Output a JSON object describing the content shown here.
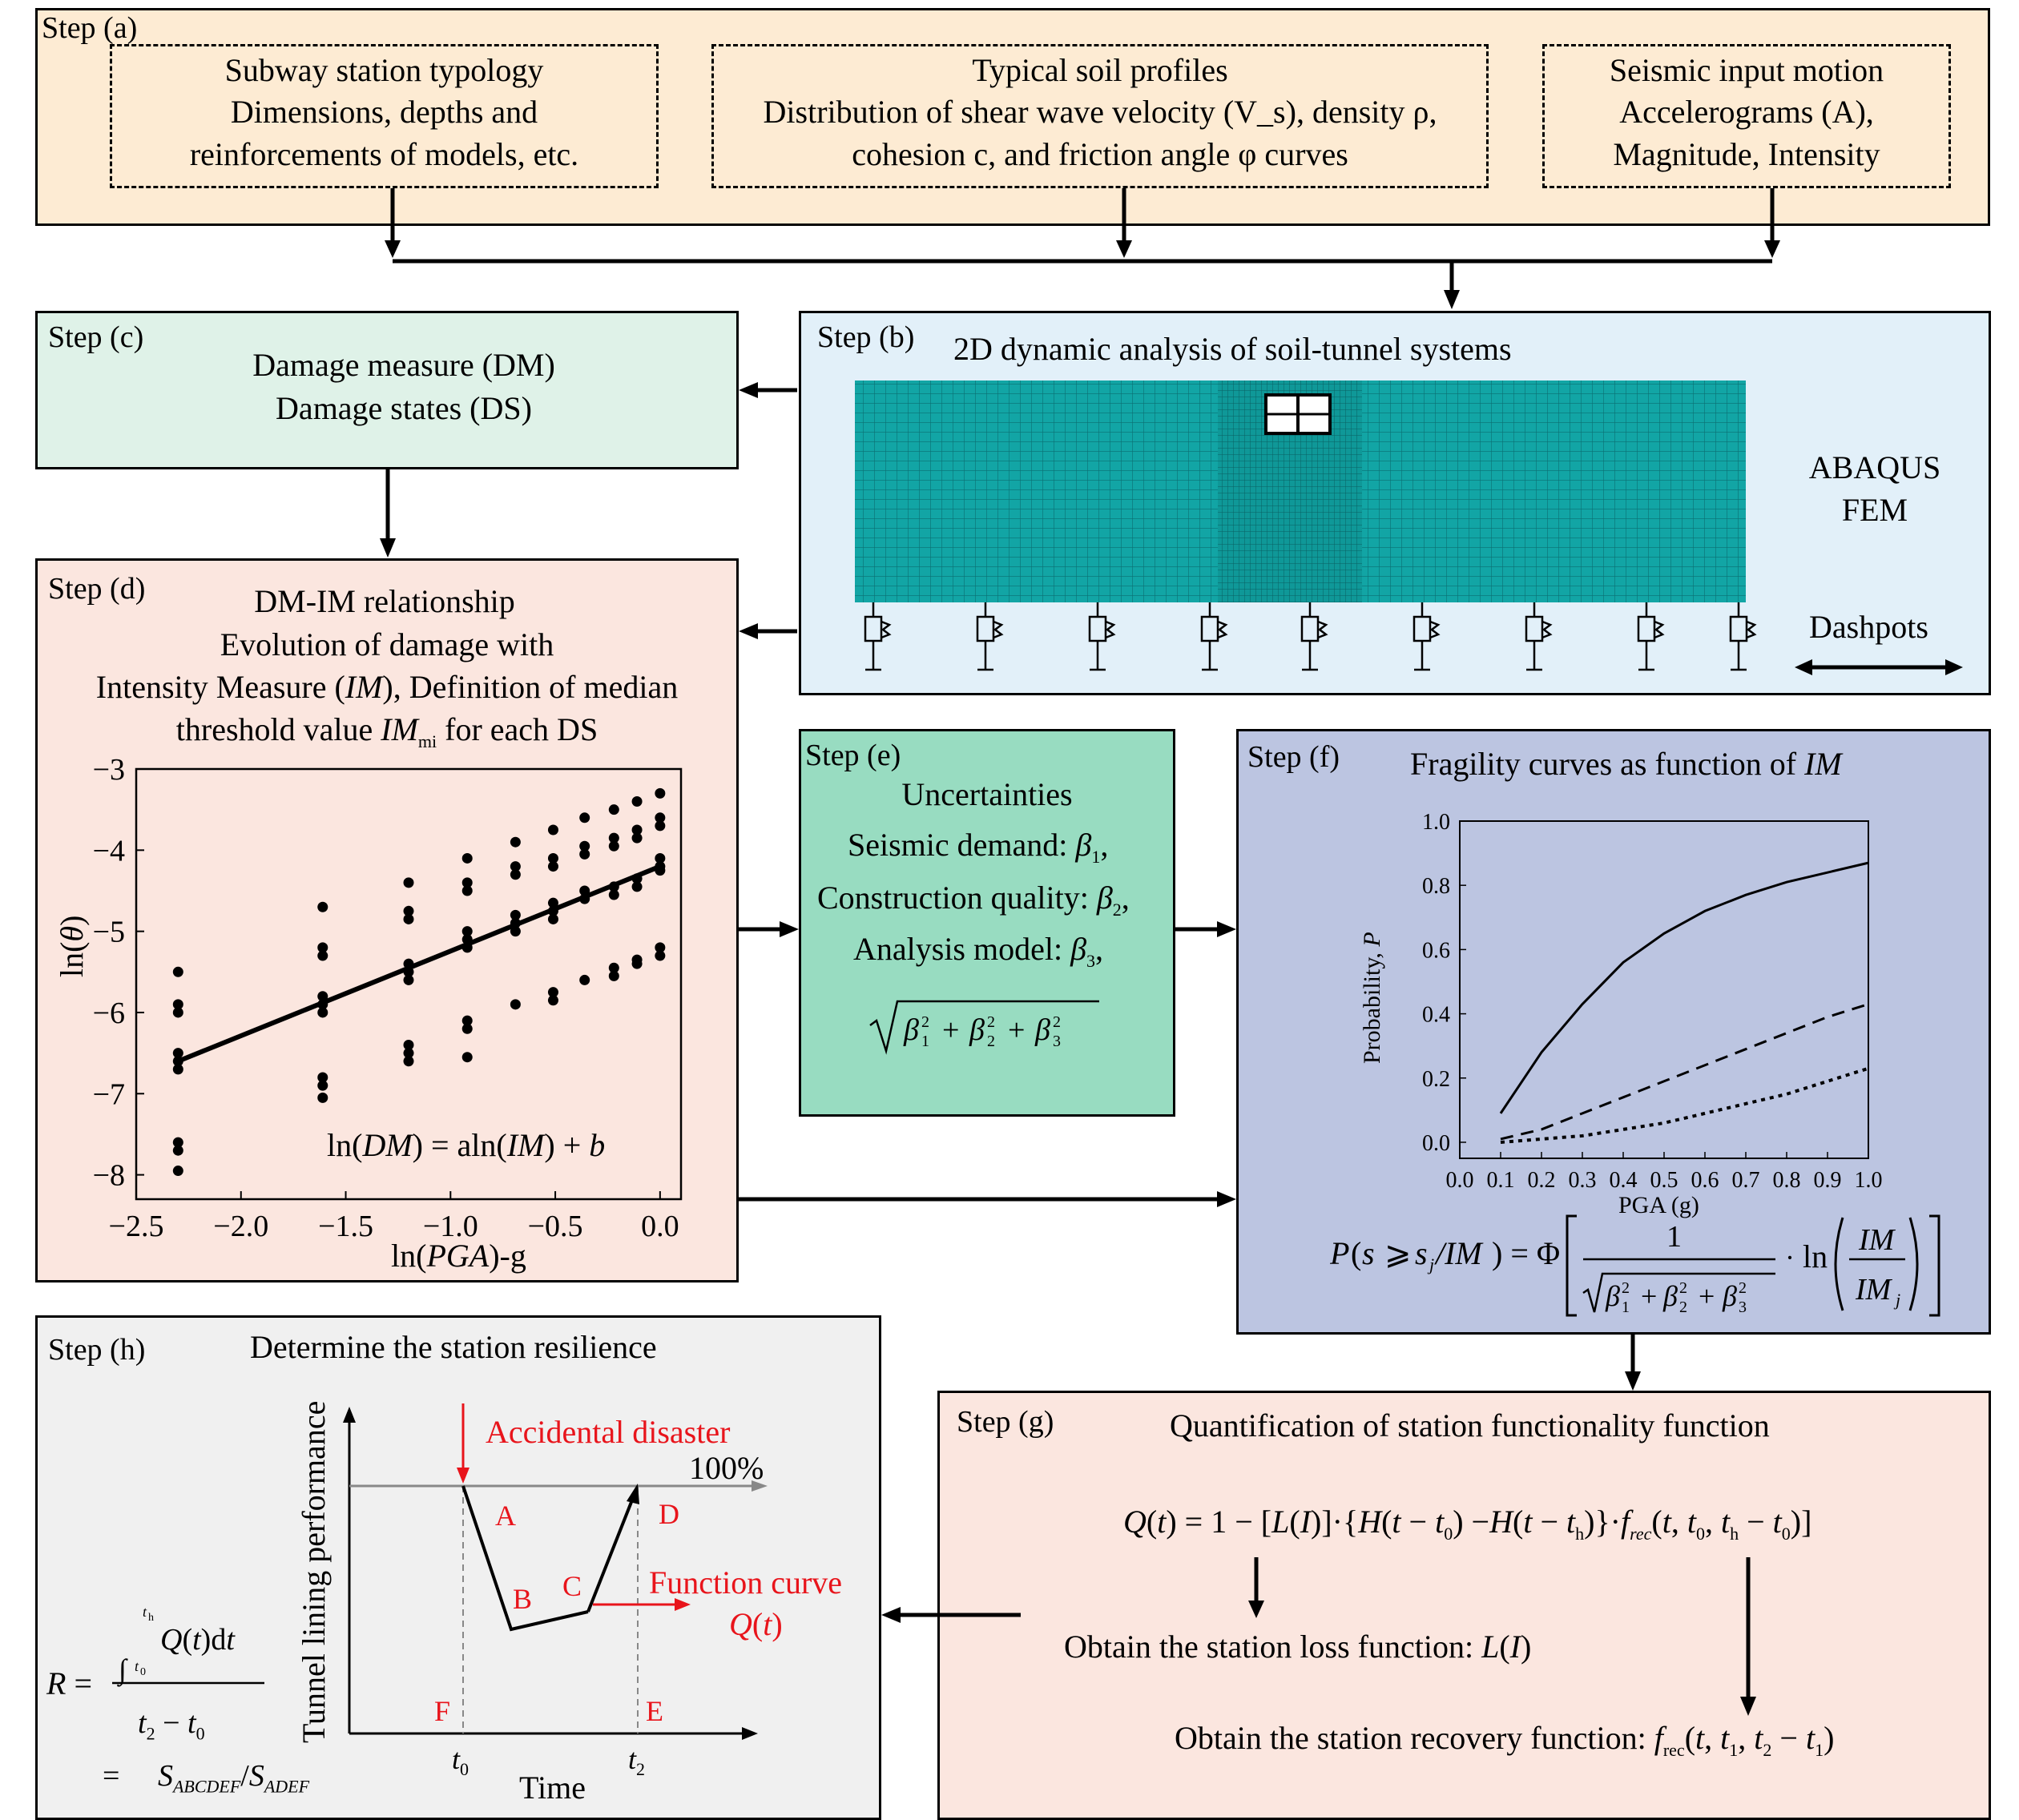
{
  "step_a": {
    "label": "Step (a)",
    "box1": [
      "Subway station typology",
      "Dimensions, depths and",
      "reinforcements of models, etc."
    ],
    "box2_line1": "Typical soil profiles",
    "box2_line2": "Distribution of shear wave velocity (V_s), density ρ,",
    "box2_line3": "cohesion c, and friction angle φ curves",
    "box3": [
      "Seismic input motion",
      "Accelerograms (A),",
      "Magnitude, Intensity"
    ]
  },
  "step_b": {
    "label": "Step (b)",
    "title": "2D dynamic analysis of soil-tunnel systems",
    "software": [
      "ABAQUS",
      "FEM"
    ],
    "dashpots": "Dashpots"
  },
  "step_c": {
    "label": "Step (c)",
    "lines": [
      "Damage measure (DM)",
      "Damage states (DS)"
    ]
  },
  "step_d": {
    "label": "Step (d)",
    "lines": [
      "DM-IM relationship",
      "Evolution of damage with",
      "Intensity Measure (IM), Definition of median",
      "threshold value IM_mi for each DS"
    ],
    "equation": "ln(DM) = aln(IM) + b"
  },
  "step_e": {
    "label": "Step (e)",
    "title": "Uncertainties",
    "lines": [
      "Seismic demand: β1,",
      "Construction quality: β2,",
      "Analysis model: β3,"
    ],
    "formula": "√(β1² + β2² + β3²)"
  },
  "step_f": {
    "label": "Step (f)",
    "title": "Fragility curves as function of IM",
    "formula": "P(s ⩾ sj/IM) = Φ[1/√(β1²+β2²+β3²) · ln(IM/IMj)]"
  },
  "step_g": {
    "label": "Step (g)",
    "title": "Quantification of station functionality function",
    "equation": "Q(t) = 1 − [L(I)]·{H(t − t0) −H(t − th)}·frec(t, t0, th − t0)]",
    "loss": "Obtain the station loss function: L(I)",
    "recovery": "Obtain the station recovery function: frec(t, t1, t2 − t1)"
  },
  "step_h": {
    "label": "Step (h)",
    "title": "Determine the station resilience",
    "disaster": "Accidental disaster",
    "pct": "100%",
    "function_curve": "Function curve",
    "q_t": "Q(t)",
    "ylabel": "Tunnel lining performance",
    "xlabel": "Time",
    "points": [
      "A",
      "B",
      "C",
      "D",
      "E",
      "F"
    ],
    "t0": "t0",
    "t2": "t2",
    "resilience": "R = ∫ Q(t)dt / (t2 − t0) = S_ABCDEF / S_ADEF"
  },
  "chart_data": [
    {
      "type": "scatter",
      "xlabel": "ln(PGA)-g",
      "ylabel": "ln(θ)",
      "xlim": [
        -2.5,
        0.1
      ],
      "ylim": [
        -8.3,
        -3
      ],
      "xticks": [
        "−2.5",
        "−2.0",
        "−1.5",
        "−1.0",
        "−0.5",
        "0.0"
      ],
      "yticks": [
        "−3",
        "−4",
        "−5",
        "−6",
        "−7",
        "−8"
      ],
      "fit_line": {
        "x": [
          -2.3,
          0.0
        ],
        "y": [
          -6.6,
          -4.2
        ]
      },
      "points": [
        [
          -2.3,
          -5.5
        ],
        [
          -2.3,
          -5.9
        ],
        [
          -2.3,
          -6.0
        ],
        [
          -2.3,
          -6.5
        ],
        [
          -2.3,
          -6.6
        ],
        [
          -2.3,
          -6.7
        ],
        [
          -2.3,
          -7.6
        ],
        [
          -2.3,
          -7.7
        ],
        [
          -2.3,
          -7.95
        ],
        [
          -1.61,
          -4.7
        ],
        [
          -1.61,
          -5.2
        ],
        [
          -1.61,
          -5.3
        ],
        [
          -1.61,
          -5.8
        ],
        [
          -1.61,
          -5.9
        ],
        [
          -1.61,
          -6.0
        ],
        [
          -1.61,
          -6.8
        ],
        [
          -1.61,
          -6.9
        ],
        [
          -1.61,
          -7.05
        ],
        [
          -1.2,
          -4.4
        ],
        [
          -1.2,
          -4.75
        ],
        [
          -1.2,
          -4.85
        ],
        [
          -1.2,
          -5.4
        ],
        [
          -1.2,
          -5.5
        ],
        [
          -1.2,
          -5.6
        ],
        [
          -1.2,
          -6.4
        ],
        [
          -1.2,
          -6.5
        ],
        [
          -1.2,
          -6.6
        ],
        [
          -0.92,
          -4.1
        ],
        [
          -0.92,
          -4.4
        ],
        [
          -0.92,
          -4.5
        ],
        [
          -0.92,
          -5.0
        ],
        [
          -0.92,
          -5.1
        ],
        [
          -0.92,
          -5.2
        ],
        [
          -0.92,
          -6.1
        ],
        [
          -0.92,
          -6.2
        ],
        [
          -0.92,
          -6.55
        ],
        [
          -0.69,
          -3.9
        ],
        [
          -0.69,
          -4.2
        ],
        [
          -0.69,
          -4.3
        ],
        [
          -0.69,
          -4.8
        ],
        [
          -0.69,
          -4.9
        ],
        [
          -0.69,
          -5.0
        ],
        [
          -0.69,
          -5.9
        ],
        [
          -0.51,
          -3.75
        ],
        [
          -0.51,
          -4.1
        ],
        [
          -0.51,
          -4.2
        ],
        [
          -0.51,
          -4.65
        ],
        [
          -0.51,
          -4.75
        ],
        [
          -0.51,
          -4.85
        ],
        [
          -0.51,
          -5.75
        ],
        [
          -0.51,
          -5.85
        ],
        [
          -0.36,
          -3.6
        ],
        [
          -0.36,
          -3.95
        ],
        [
          -0.36,
          -4.05
        ],
        [
          -0.36,
          -4.5
        ],
        [
          -0.36,
          -4.6
        ],
        [
          -0.36,
          -5.6
        ],
        [
          -0.22,
          -3.5
        ],
        [
          -0.22,
          -3.85
        ],
        [
          -0.22,
          -3.95
        ],
        [
          -0.22,
          -4.45
        ],
        [
          -0.22,
          -4.55
        ],
        [
          -0.22,
          -5.45
        ],
        [
          -0.22,
          -5.55
        ],
        [
          -0.11,
          -3.4
        ],
        [
          -0.11,
          -3.75
        ],
        [
          -0.11,
          -3.85
        ],
        [
          -0.11,
          -4.35
        ],
        [
          -0.11,
          -4.45
        ],
        [
          -0.11,
          -5.35
        ],
        [
          -0.11,
          -5.4
        ],
        [
          0.0,
          -3.3
        ],
        [
          0.0,
          -3.6
        ],
        [
          0.0,
          -3.7
        ],
        [
          0.0,
          -4.1
        ],
        [
          0.0,
          -4.2
        ],
        [
          0.0,
          -4.25
        ],
        [
          0.0,
          -5.2
        ],
        [
          0.0,
          -5.3
        ]
      ]
    },
    {
      "type": "line",
      "xlabel": "PGA (g)",
      "ylabel": "Probability, P",
      "xlim": [
        0.0,
        1.0
      ],
      "ylim": [
        -0.05,
        1.0
      ],
      "xticks": [
        "0.0",
        "0.1",
        "0.2",
        "0.3",
        "0.4",
        "0.5",
        "0.6",
        "0.7",
        "0.8",
        "0.9",
        "1.0"
      ],
      "yticks": [
        "0.0",
        "0.2",
        "0.4",
        "0.6",
        "0.8",
        "1.0"
      ],
      "x": [
        0.1,
        0.2,
        0.3,
        0.4,
        0.5,
        0.6,
        0.7,
        0.8,
        0.9,
        1.0
      ],
      "series": [
        {
          "values": [
            0.09,
            0.28,
            0.43,
            0.56,
            0.65,
            0.72,
            0.77,
            0.81,
            0.84,
            0.87
          ],
          "style": "solid"
        },
        {
          "values": [
            0.01,
            0.04,
            0.09,
            0.14,
            0.19,
            0.24,
            0.29,
            0.34,
            0.39,
            0.43
          ],
          "style": "dashed"
        },
        {
          "values": [
            0.0,
            0.01,
            0.02,
            0.04,
            0.06,
            0.09,
            0.12,
            0.15,
            0.19,
            0.23
          ],
          "style": "dotted"
        }
      ]
    }
  ]
}
